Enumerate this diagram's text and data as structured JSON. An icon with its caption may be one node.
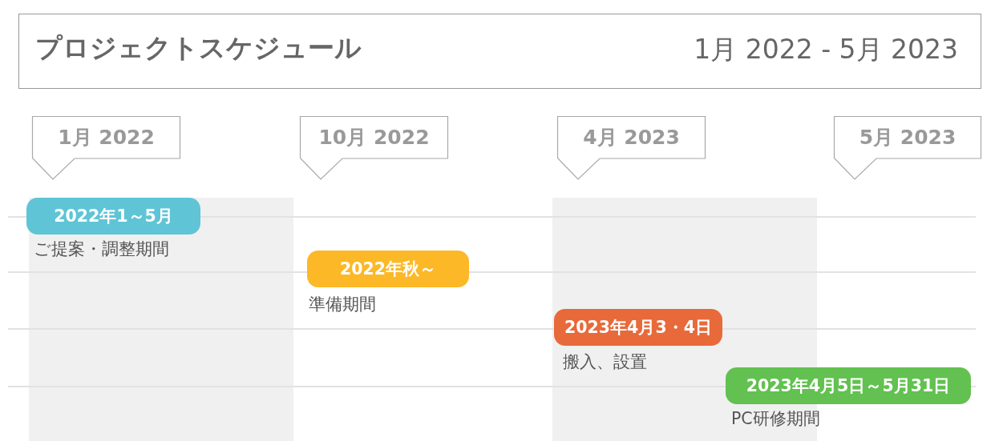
{
  "diagram": {
    "nodes": [
      {
        "text": [
          "プロジェクトスケジュール",
          "1月 2022 - 5月 2023"
        ]
      },
      {
        "text": [
          "1月 2022"
        ]
      },
      {
        "text": [
          "10月 2022"
        ]
      },
      {
        "text": [
          "4月 2023"
        ]
      },
      {
        "text": [
          "5月 2023"
        ]
      },
      {
        "text": [
          "2022年1～5月"
        ],
        "beside": [
          "ご提案・調整期間"
        ]
      },
      {
        "text": [
          "2022年秋～"
        ],
        "beside": [
          "準備期間"
        ]
      },
      {
        "text": [
          "2023年4月3・4日"
        ],
        "beside": [
          "搬入、設置"
        ]
      },
      {
        "text": [
          "2023年4月5日～5月31日"
        ],
        "beside": [
          "PC研修期間"
        ]
      }
    ]
  }
}
